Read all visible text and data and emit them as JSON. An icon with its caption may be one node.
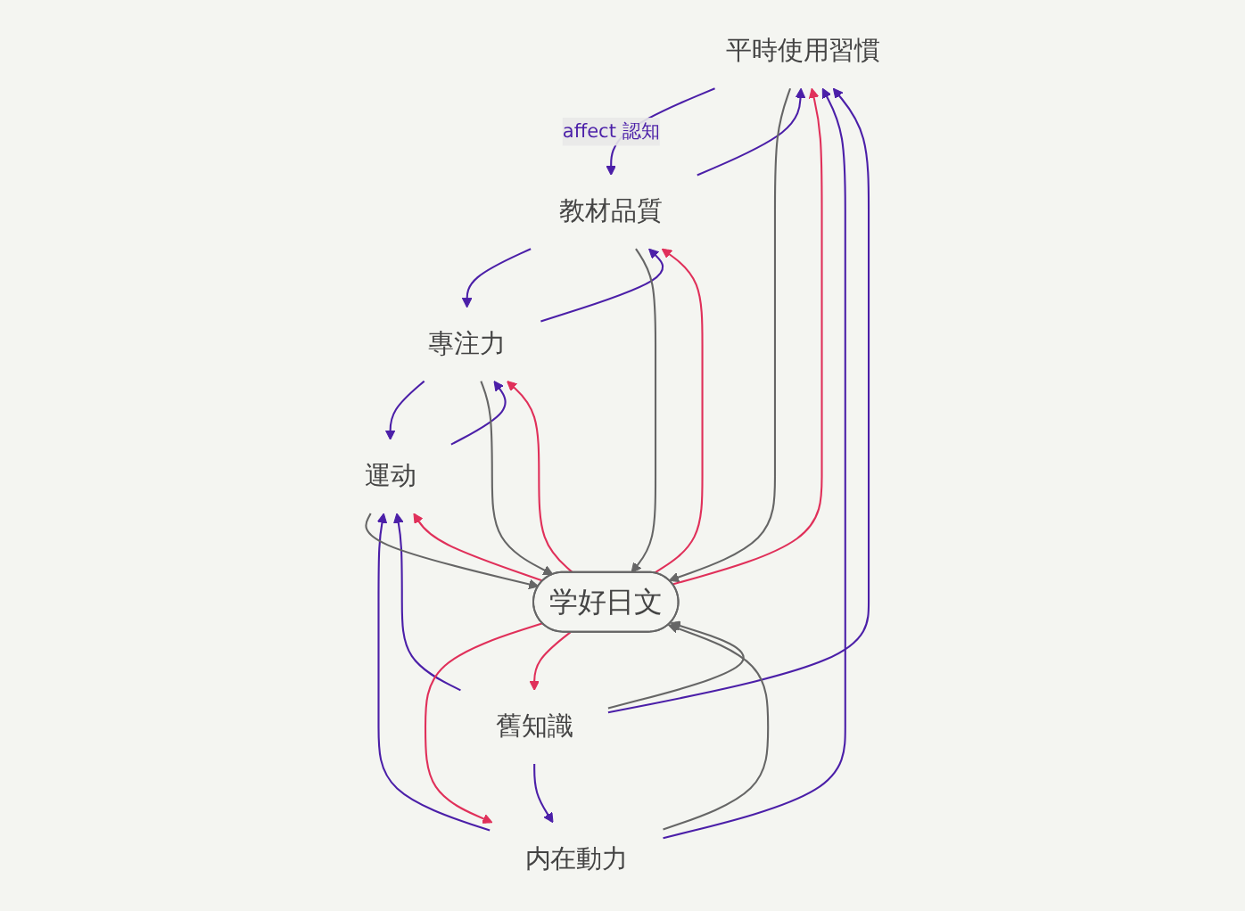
{
  "diagram": {
    "nodes": [
      {
        "text": [
          "平時使用習慣"
        ]
      },
      {
        "text": [
          "教材品質"
        ]
      },
      {
        "text": [
          "内在動力"
        ]
      },
      {
        "text": [
          "学好日文"
        ]
      },
      {
        "text": [
          "專注力"
        ]
      },
      {
        "text": [
          "舊知識"
        ]
      },
      {
        "text": [
          "運动"
        ]
      }
    ],
    "edges": [
      {
        "from": 0,
        "to": 1,
        "arrow": "to",
        "label": "affect 認知"
      },
      {
        "from": 1,
        "to": 0,
        "arrow": "to"
      },
      {
        "from": 2,
        "to": 0,
        "arrow": "to"
      },
      {
        "from": 5,
        "to": 0,
        "arrow": "to"
      },
      {
        "from": 5,
        "to": 2,
        "arrow": "to"
      },
      {
        "from": 2,
        "to": 6,
        "arrow": "to"
      },
      {
        "from": 5,
        "to": 6,
        "arrow": "to"
      },
      {
        "from": 1,
        "to": 4,
        "arrow": "to"
      },
      {
        "from": 4,
        "to": 1,
        "arrow": "to"
      },
      {
        "from": 4,
        "to": 6,
        "arrow": "to"
      },
      {
        "from": 6,
        "to": 4,
        "arrow": "to"
      },
      {
        "from": 0,
        "to": 3,
        "arrow": "to",
        "color": "#666666"
      },
      {
        "from": 1,
        "to": 3,
        "arrow": "to",
        "color": "#666666"
      },
      {
        "from": 2,
        "to": 3,
        "arrow": "to",
        "color": "#666666"
      },
      {
        "from": 5,
        "to": 3,
        "arrow": "to",
        "color": "#666666"
      },
      {
        "from": 6,
        "to": 3,
        "arrow": "to",
        "color": "#666666"
      },
      {
        "from": 4,
        "to": 3,
        "arrow": "to",
        "color": "#666666"
      },
      {
        "from": 3,
        "to": 0,
        "arrow": "to",
        "color": "#e0305a"
      },
      {
        "from": 3,
        "to": 1,
        "arrow": "to",
        "color": "#e0305a"
      },
      {
        "from": 3,
        "to": 2,
        "arrow": "to",
        "color": "#e0305a"
      },
      {
        "from": 3,
        "to": 5,
        "arrow": "to",
        "color": "#e0305a"
      },
      {
        "from": 3,
        "to": 6,
        "arrow": "to",
        "color": "#e0305a"
      },
      {
        "from": 3,
        "to": 4,
        "arrow": "to",
        "color": "#e0305a"
      }
    ]
  }
}
